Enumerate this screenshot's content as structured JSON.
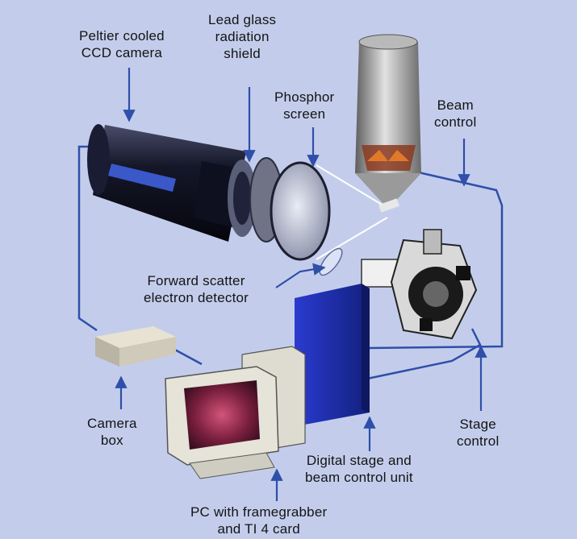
{
  "labels": {
    "ccd_camera": [
      "Peltier cooled",
      "CCD camera"
    ],
    "lead_glass": [
      "Lead glass",
      "radiation",
      "shield"
    ],
    "phosphor": [
      "Phosphor",
      "screen"
    ],
    "beam_control": [
      "Beam",
      "control"
    ],
    "forward_scatter": [
      "Forward scatter",
      "electron detector"
    ],
    "camera_box": [
      "Camera",
      "box"
    ],
    "stage_control": [
      "Stage",
      "control"
    ],
    "digital_unit": [
      "Digital stage and",
      "beam control unit"
    ],
    "pc": [
      "PC with framegrabber",
      "and TI 4 card"
    ]
  },
  "colors": {
    "panel": "#c3cdeb",
    "cable": "#2f4fa8",
    "arrow": "#2f4fa8",
    "control_unit": "#1f2fb8",
    "camera_body": "#0d0f22"
  }
}
